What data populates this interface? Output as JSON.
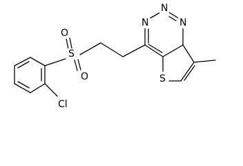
{
  "molecule": {
    "atoms": {
      "n_top": "N",
      "n_right": "N",
      "s_sulfonyl": "S",
      "o_upper": "O",
      "o_lower": "O",
      "s_thiophene": "S",
      "cl": "Cl"
    }
  }
}
